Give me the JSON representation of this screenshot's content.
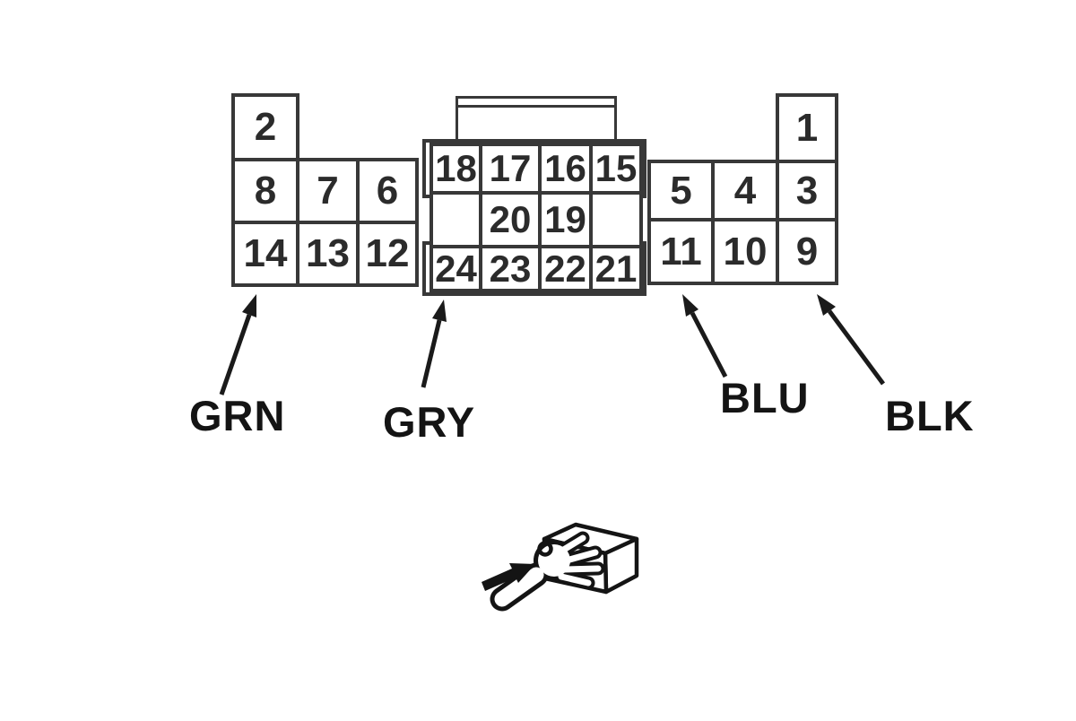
{
  "figure_type": "connector-pinout-diagram",
  "colors": {
    "background": "#ffffff",
    "line": "#383838",
    "text": "#141414"
  },
  "pins": {
    "left": [
      "2",
      "8",
      "7",
      "6",
      "14",
      "13",
      "12"
    ],
    "center": [
      "18",
      "17",
      "16",
      "15",
      "20",
      "19",
      "24",
      "23",
      "22",
      "21"
    ],
    "right": [
      "1",
      "5",
      "4",
      "3",
      "11",
      "10",
      "9"
    ]
  },
  "labels": {
    "grn": "GRN",
    "gry": "GRY",
    "blu": "BLU",
    "blk": "BLK"
  },
  "icons": {
    "view_icon": "hand-gripping-connector-with-arrow"
  }
}
